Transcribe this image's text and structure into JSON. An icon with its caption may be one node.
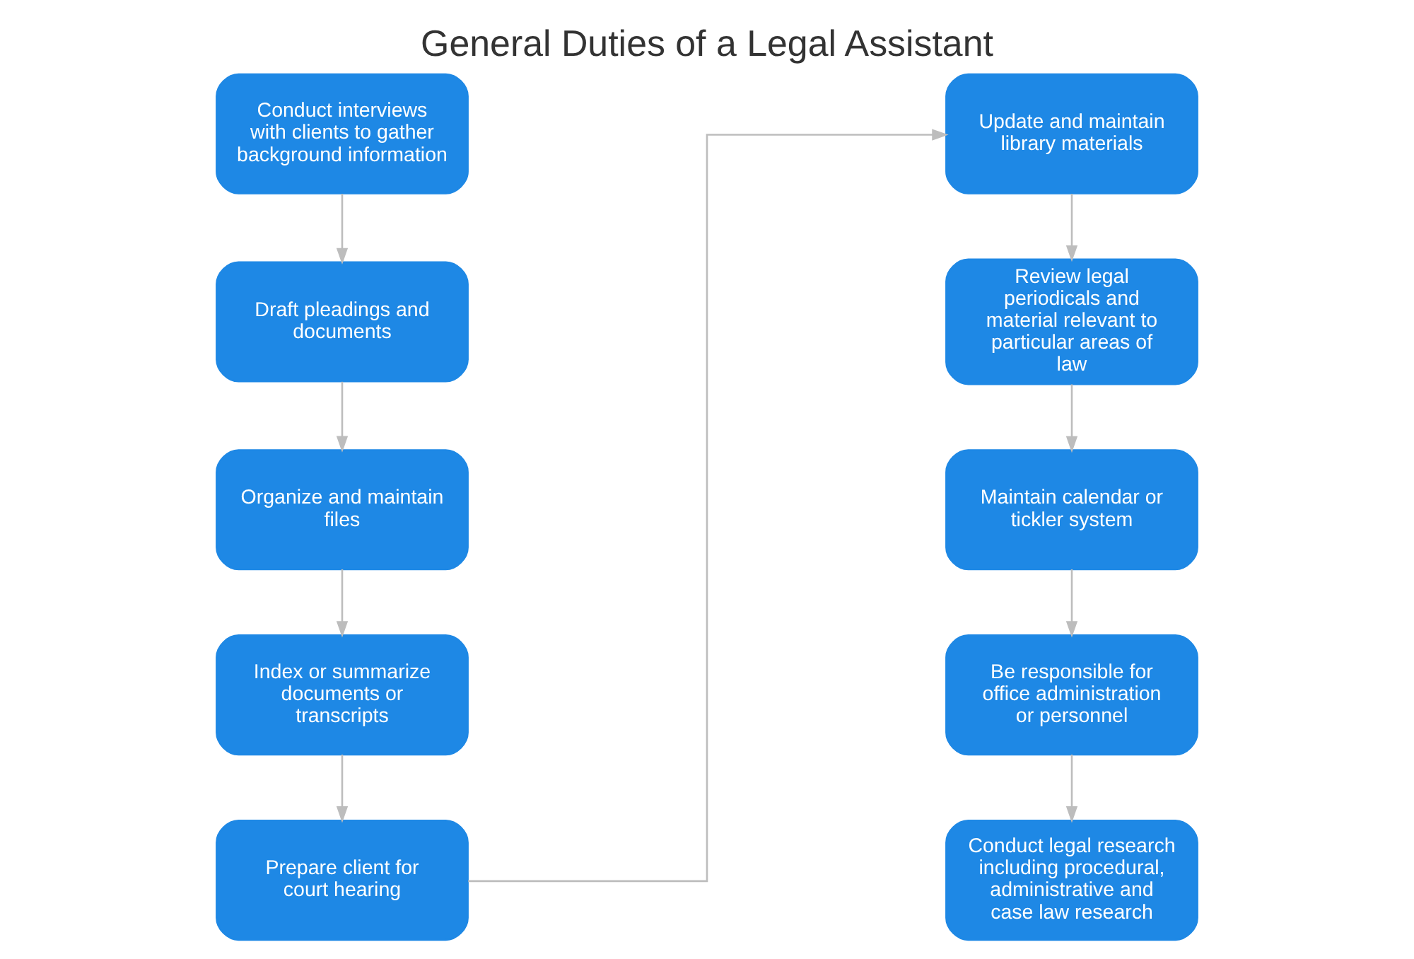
{
  "diagram": {
    "title": "General Duties of a Legal Assistant",
    "nodes": [
      {
        "text": [
          "Conduct interviews with clients to gather background information"
        ]
      },
      {
        "text": [
          "Draft pleadings and documents"
        ]
      },
      {
        "text": [
          "Organize and maintain files"
        ]
      },
      {
        "text": [
          "Index or summarize documents or transcripts"
        ]
      },
      {
        "text": [
          "Prepare client for court hearing"
        ]
      },
      {
        "text": [
          "Update and maintain library materials"
        ]
      },
      {
        "text": [
          "Review legal periodicals and material relevant to particular areas of law"
        ]
      },
      {
        "text": [
          "Maintain calendar or tickler system"
        ]
      },
      {
        "text": [
          "Be responsible for office administration or personnel"
        ]
      },
      {
        "text": [
          "Conduct legal research including procedural, administrative and case law research"
        ]
      }
    ],
    "edges": [
      {
        "from": 0,
        "to": 1,
        "arrow": "to"
      },
      {
        "from": 1,
        "to": 2,
        "arrow": "to"
      },
      {
        "from": 2,
        "to": 3,
        "arrow": "to"
      },
      {
        "from": 3,
        "to": 4,
        "arrow": "to"
      },
      {
        "from": 4,
        "to": 5,
        "arrow": "to"
      },
      {
        "from": 5,
        "to": 6,
        "arrow": "to"
      },
      {
        "from": 6,
        "to": 7,
        "arrow": "to"
      },
      {
        "from": 7,
        "to": 8,
        "arrow": "to"
      },
      {
        "from": 8,
        "to": 9,
        "arrow": "to"
      }
    ]
  }
}
